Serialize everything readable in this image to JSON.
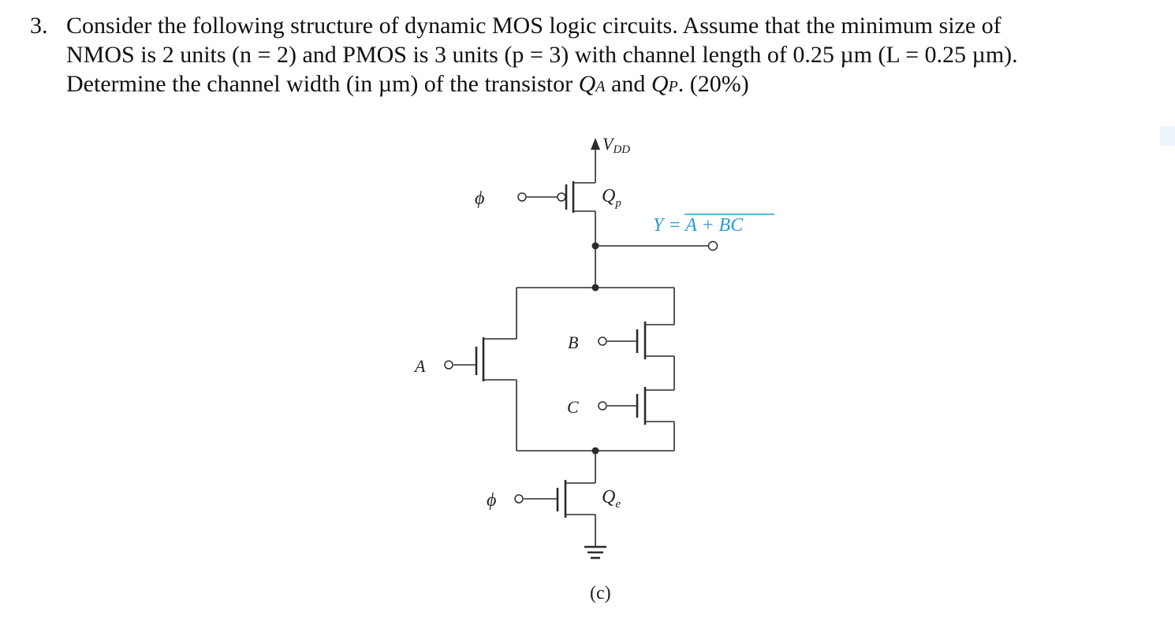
{
  "question": {
    "number": "3.",
    "line1": "Consider the following structure of dynamic MOS logic circuits. Assume that the minimum size of",
    "line2": "NMOS is 2 units (n = 2) and PMOS is 3 units (p = 3) with channel length of 0.25 µm (L = 0.25 µm).",
    "line3_pre": "Determine the channel width (in µm) of the transistor ",
    "qa_Q": "Q",
    "qa_sub": "A",
    "line3_and": " and ",
    "qp_Q": "Q",
    "qp_sub": "P",
    "line3_post": ". (20%)"
  },
  "circuit": {
    "vdd_V": "V",
    "vdd_sub": "DD",
    "phi_top": "ϕ",
    "qp_Q": "Q",
    "qp_sub": "p",
    "output_label": "Y = A + BC",
    "input_a": "A",
    "input_b": "B",
    "input_c": "C",
    "phi_bottom": "ϕ",
    "qe_Q": "Q",
    "qe_sub": "e",
    "caption": "(c)"
  },
  "colors": {
    "text": "#111111",
    "wire": "#2b2b2b",
    "output_label": "#2a9bd6"
  }
}
